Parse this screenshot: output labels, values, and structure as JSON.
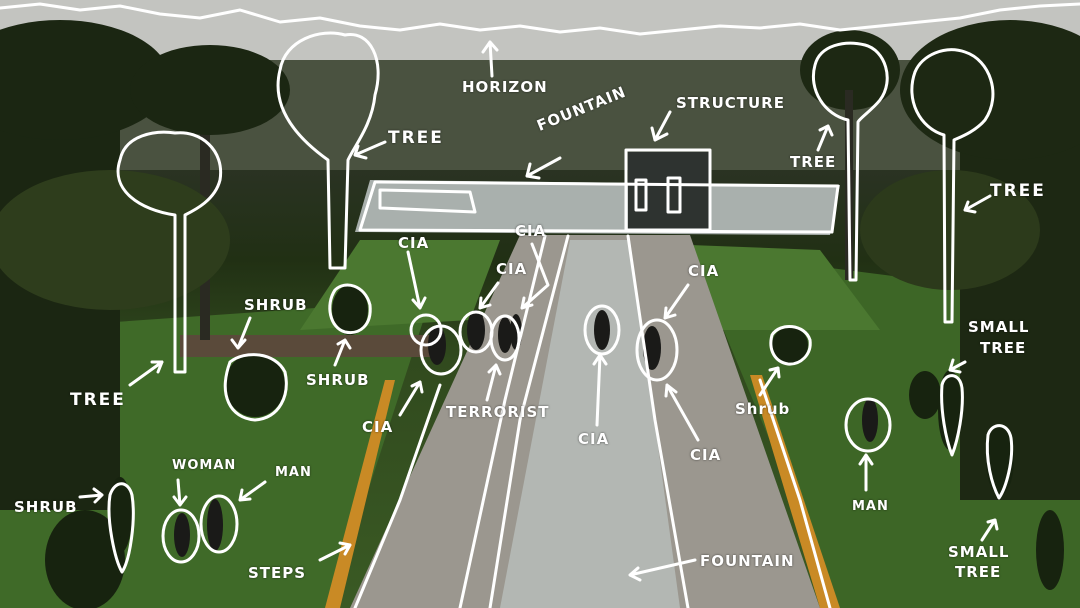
{
  "labels": {
    "horizon": "HORIZON",
    "structure": "STRUCTURE",
    "fountain_top": "FOUNTAIN",
    "tree_center_left": "TREE",
    "tree_right_1": "TREE",
    "tree_right_2": "TREE",
    "tree_left": "TREE",
    "shrub_left": "SHRUB",
    "shrub_mid": "SHRUB",
    "shrub_bottom_left": "SHRUB",
    "shrub_right": "Shrub",
    "cia_1": "CIA",
    "cia_2": "CIA",
    "cia_3": "CIA",
    "cia_4": "CIA",
    "cia_5": "CIA",
    "cia_6": "CIA",
    "cia_7": "CIA",
    "terrorist": "TERRORIST",
    "woman": "WOMAN",
    "man_left": "MAN",
    "man_right": "MAN",
    "steps": "STEPS",
    "fountain_bottom": "FOUNTAIN",
    "small_tree_1_line1": "SMALL",
    "small_tree_1_line2": "TREE",
    "small_tree_2_line1": "SMALL",
    "small_tree_2_line2": "TREE"
  },
  "colors": {
    "annotation": "#ffffff",
    "lawn": "#3f6a28",
    "path": "#9c9890",
    "water": "#aeb3ae",
    "sky": "#c9c9c7",
    "foliage": "#1c2814"
  }
}
